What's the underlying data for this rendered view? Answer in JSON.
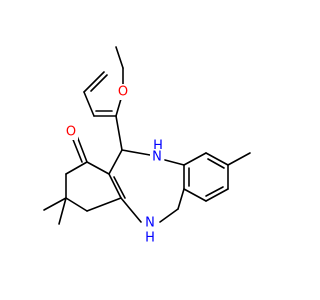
{
  "molecule": {
    "atoms": {
      "oxygen_ketone": "O",
      "oxygen_furan": "O",
      "nh_top": "H",
      "nh_top_n": "N",
      "nh_bottom_n": "N",
      "nh_bottom_h": "H"
    },
    "colors": {
      "bond": "#000000",
      "oxygen": "#ff0000",
      "nitrogen": "#0000ff",
      "background": "#ffffff"
    }
  }
}
